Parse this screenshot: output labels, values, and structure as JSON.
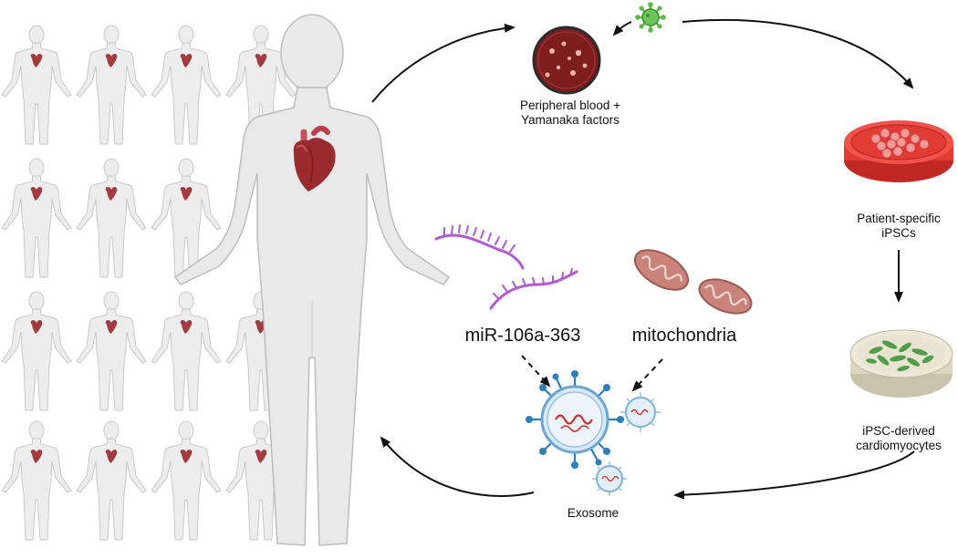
{
  "labels": {
    "peripheral_line1": "Peripheral blood +",
    "peripheral_line2": "Yamanaka factors",
    "ipsc_line1": "Patient-specific",
    "ipsc_line2": "iPSCs",
    "cm_line1": "iPSC-derived",
    "cm_line2": "cardiomyocytes",
    "exosome": "Exosome",
    "mirna": "miR-106a-363",
    "mito": "mitochondria"
  },
  "colors": {
    "body": "#e9e9e9",
    "body_outline": "#bdbdbd",
    "heart": "#9b2a2e",
    "blood_dish": "#7e1d1e",
    "culture_dish": "#e23b33",
    "cardio_dish": "#e9e4d2",
    "cardio_cells": "#4f9d4b",
    "virus": "#5ab748",
    "mirna": "#b25bd0",
    "mito": "#c9837a",
    "exosome": "#2e7fb8",
    "arrow": "#111111"
  },
  "icons": [
    "patient-crowd",
    "human-body-icon",
    "heart-icon",
    "blood-dish-icon",
    "virus-icon",
    "ipsc-dish-icon",
    "cardiomyocyte-dish-icon",
    "mirna-icon",
    "mitochondria-icon",
    "exosome-icon"
  ]
}
